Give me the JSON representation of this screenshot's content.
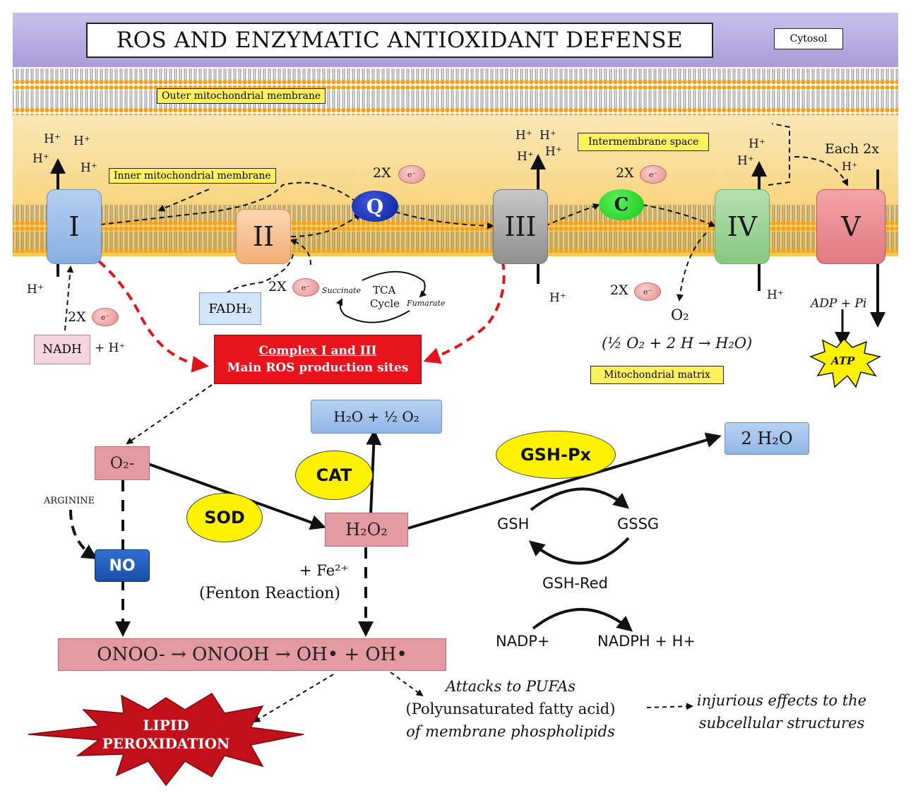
{
  "title": "ROS  AND ENZYMATIC ANTIOXIDANT DEFENSE",
  "cytosol": "Cytosol",
  "outer_membrane": "Outer mitochondrial membrane",
  "inner_membrane": "Inner mitochondrial membrane",
  "intermembrane_space": "Intermembrane space",
  "mitochondrial_matrix": "Mitochondrial matrix",
  "complexes": {
    "I": "I",
    "II": "II",
    "Q": "Q",
    "III": "III",
    "C": "C",
    "IV": "IV",
    "V": "V"
  },
  "proton": "H⁺",
  "electron": "e⁻",
  "two_x": "2X",
  "each_2x": "Each 2x",
  "nadh": "NADH",
  "plus_h": "+ H⁺",
  "fadh2": "FADH₂",
  "tca": {
    "succinate": "Succinate",
    "tca": "TCA",
    "cycle": "Cycle",
    "fumarate": "Fumarate"
  },
  "o2": "O₂",
  "water_eq": "(½ O₂ + 2 H → H₂O)",
  "adp_pi": "ADP + Pi",
  "atp": "ATP",
  "ros_site": {
    "line1": "Complex I and III",
    "line2": "Main ROS production sites"
  },
  "superoxide": "O₂-",
  "arginine": "ARGININE",
  "no": "NO",
  "sod": "SOD",
  "cat": "CAT",
  "h2o2": "H₂O₂",
  "cat_product": "H₂O + ½ O₂",
  "gshpx": "GSH-Px",
  "two_h2o": "2 H₂O",
  "gsh": "GSH",
  "gssg": "GSSG",
  "gsh_red": "GSH-Red",
  "nadp": "NADP+",
  "nadph": "NADPH + H+",
  "fenton": {
    "fe": "+ Fe²⁺",
    "label": "(Fenton Reaction)"
  },
  "peroxynitrite_chain": "ONOO- → ONOOH → OH• + OH•",
  "lipid": {
    "line1": "LIPID",
    "line2": "PEROXIDATION"
  },
  "attacks": {
    "line1": "Attacks to PUFAs",
    "line2": "(Polyunsaturated fatty acid)",
    "line3": "of membrane phospholipids"
  },
  "injurious": {
    "line1": "injurious effects to the",
    "line2": "subcellular structures"
  },
  "colors": {
    "header": "#b9aee0",
    "membrane_band": "#f7cf6e",
    "ros_box": "#e8141c",
    "pink_box": "#e39aa0",
    "blue_box": "#9fc0ea",
    "yellow": "#fff200"
  }
}
